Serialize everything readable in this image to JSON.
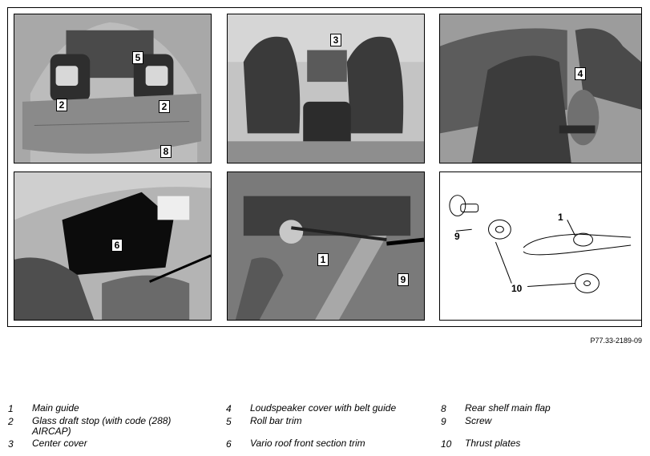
{
  "callouts": {
    "p1": [
      "2",
      "5",
      "2",
      "8"
    ],
    "p2": [
      "3"
    ],
    "p3": [
      "4"
    ],
    "p4": [
      "6"
    ],
    "p5": [
      "1",
      "9"
    ],
    "p6": [
      "9",
      "1",
      "10"
    ]
  },
  "figure_ref": "P77.33-2189-09",
  "legend": {
    "col1": [
      {
        "num": "1",
        "text": "Main guide"
      },
      {
        "num": "2",
        "text": "Glass draft stop (with code (288) AIRCAP)"
      },
      {
        "num": "3",
        "text": "Center cover"
      }
    ],
    "col2": [
      {
        "num": "4",
        "text": "Loudspeaker cover with belt guide"
      },
      {
        "num": "5",
        "text": "Roll bar trim"
      },
      {
        "num": "6",
        "text": "Vario roof front section trim"
      }
    ],
    "col3": [
      {
        "num": "8",
        "text": "Rear shelf main flap"
      },
      {
        "num": "9",
        "text": "Screw"
      },
      {
        "num": "10",
        "text": "Thrust plates"
      }
    ]
  }
}
